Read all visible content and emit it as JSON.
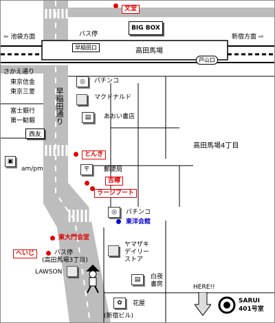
{
  "labels": {
    "bunto": "文堂",
    "ikebukuro": "⇦ 池袋方面",
    "shinjuku": "新宿方面 ⇨",
    "bus_stop_top": "バス停",
    "big_box": "BIG BOX",
    "waseda_exit": "早稲田口",
    "takadanobaba": "高田馬場",
    "toyama_exit": "戸山口",
    "sakaedori": "さかえ通り",
    "tokyo_shinkin": "東京信金",
    "tokyo_sanyo": "東京三菱",
    "fuji_bank": "富士銀行",
    "daiichi_kangyo": "第一勧銀",
    "seiyu": "西友",
    "pachinko_top": "パチンコ",
    "mcdonalds": "マクドナルド",
    "aoi_books": "あおい書店",
    "waseda_dori": "早稲田通り",
    "tonki": "とんき",
    "post_office": "郵便局",
    "yoshinoya": "吉樽",
    "rajput": "ラージプート",
    "am_pm": "am/pm",
    "takadanobaba_4": "高田馬場4丁目",
    "pachinko_mid": "パチンコ",
    "toyo_kaikan": "東洋会館",
    "todaimon": "東大門会堂",
    "heiji": "へいじ",
    "bus_stop_bottom": "バス停",
    "bus_stop_sub": "(高田馬場3丁目)",
    "lawson": "LAWSON",
    "yamazaki_1": "ヤマザキ",
    "yamazaki_2": "デイリー",
    "yamazaki_3": "ストア",
    "hakuya_1": "白夜",
    "hakuya_2": "書房",
    "here": "HERE!!",
    "sarui": "SARUI",
    "room": "401号室",
    "hanaya": "花屋",
    "shinsei_bldg": "(新宿ビル)"
  },
  "icons": {
    "post": "〒",
    "book": "📖"
  },
  "colors": {
    "accent_red": "#e00000",
    "accent_blue": "#0000cc",
    "road_gray": "#9a9a9a"
  }
}
